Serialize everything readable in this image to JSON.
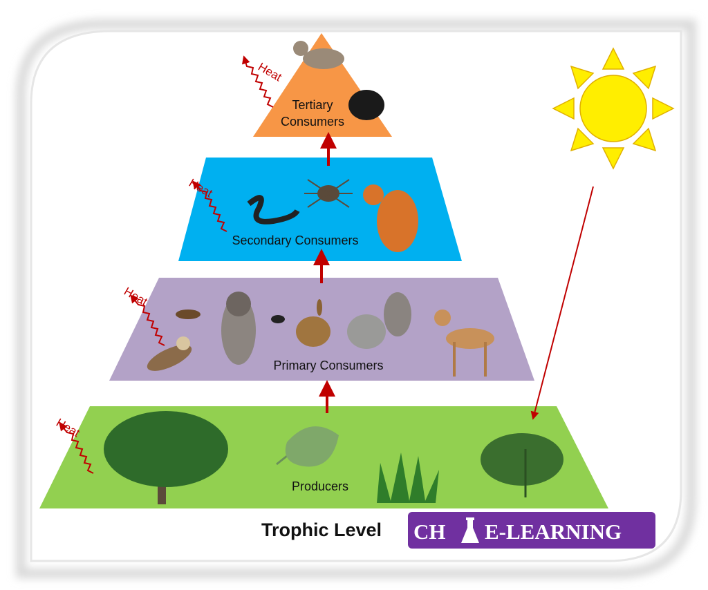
{
  "levels": {
    "tertiary": {
      "line1": "Tertiary",
      "line2": "Consumers",
      "color": "#f79646"
    },
    "secondary": {
      "label": "Secondary Consumers",
      "color": "#00b0f0"
    },
    "primary": {
      "label": "Primary Consumers",
      "color": "#b3a2c7"
    },
    "producers": {
      "label": "Producers",
      "color": "#92d050"
    }
  },
  "heat_label": "Heat",
  "title": "Trophic Level",
  "logo": {
    "left": "CH",
    "right": "E-LEARNING",
    "color": "#7030a0"
  },
  "arrow_color": "#c00000",
  "sun_color": "#ffee00"
}
